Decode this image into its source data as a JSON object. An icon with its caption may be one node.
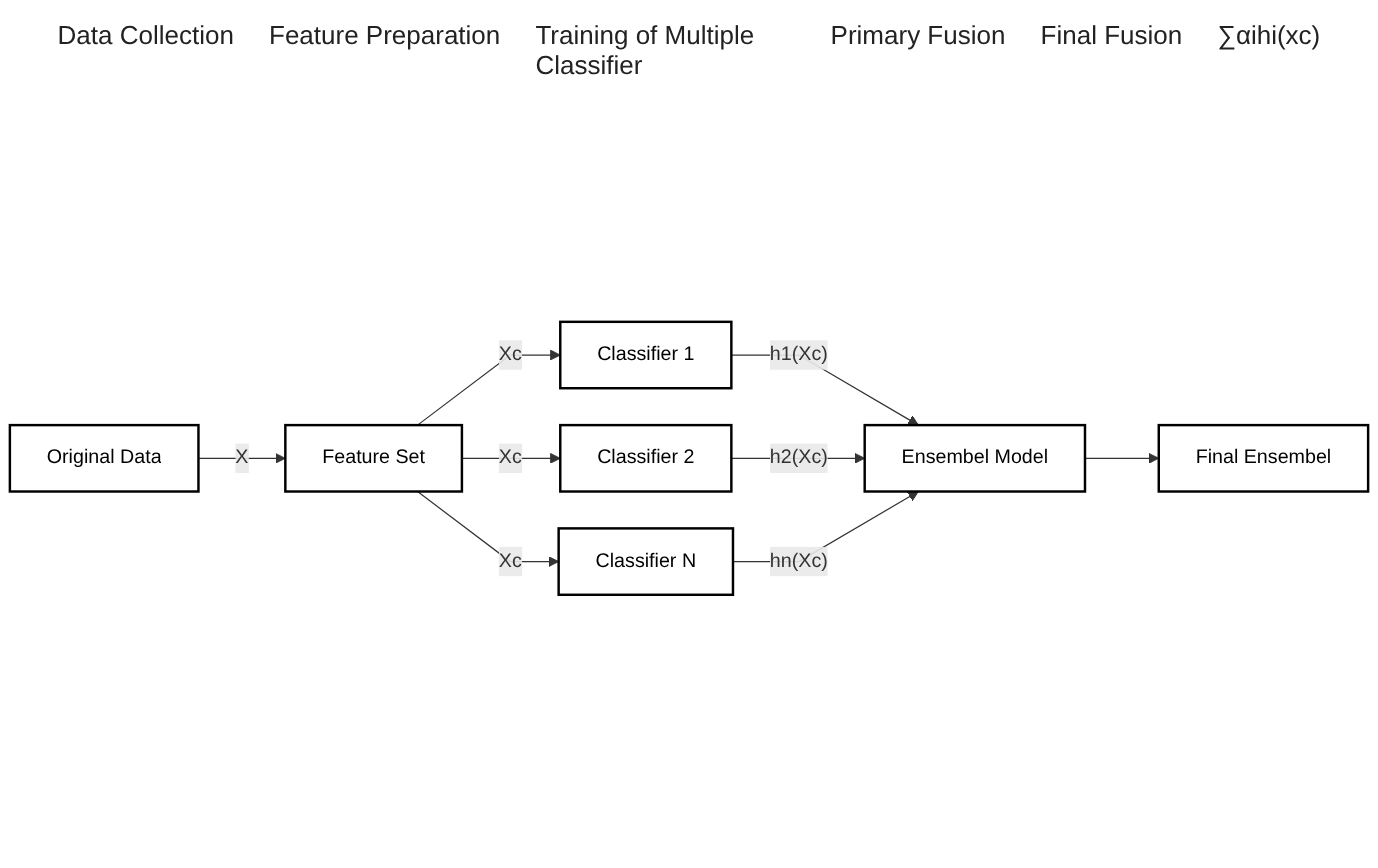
{
  "diagram": {
    "nodes": [
      {
        "text": [
          "Original Data"
        ]
      },
      {
        "text": [
          "Feature Set"
        ]
      },
      {
        "text": [
          "Classifier 1"
        ]
      },
      {
        "text": [
          "Classifier 2"
        ]
      },
      {
        "text": [
          "Classifier N"
        ]
      },
      {
        "text": [
          "Ensembel Model"
        ]
      },
      {
        "text": [
          "Final Ensembel"
        ]
      }
    ],
    "edges": [
      {
        "from": 0,
        "to": 1,
        "arrow": "to",
        "label": "X"
      },
      {
        "from": 1,
        "to": 2,
        "arrow": "to",
        "label": "Xc"
      },
      {
        "from": 1,
        "to": 3,
        "arrow": "to",
        "label": "Xc"
      },
      {
        "from": 1,
        "to": 4,
        "arrow": "to",
        "label": "Xc"
      },
      {
        "from": 2,
        "to": 5,
        "arrow": "to",
        "label": "h1(Xc)"
      },
      {
        "from": 3,
        "to": 5,
        "arrow": "to",
        "label": "h2(Xc)"
      },
      {
        "from": 4,
        "to": 5,
        "arrow": "to",
        "label": "hn(Xc)"
      },
      {
        "from": 5,
        "to": 6,
        "arrow": "to"
      }
    ],
    "labels": [
      "Data Collection",
      "Feature Preparation",
      "Training of Multiple Classifier",
      "Primary Fusion",
      "Final Fusion",
      "∑αihi(xc)"
    ]
  }
}
